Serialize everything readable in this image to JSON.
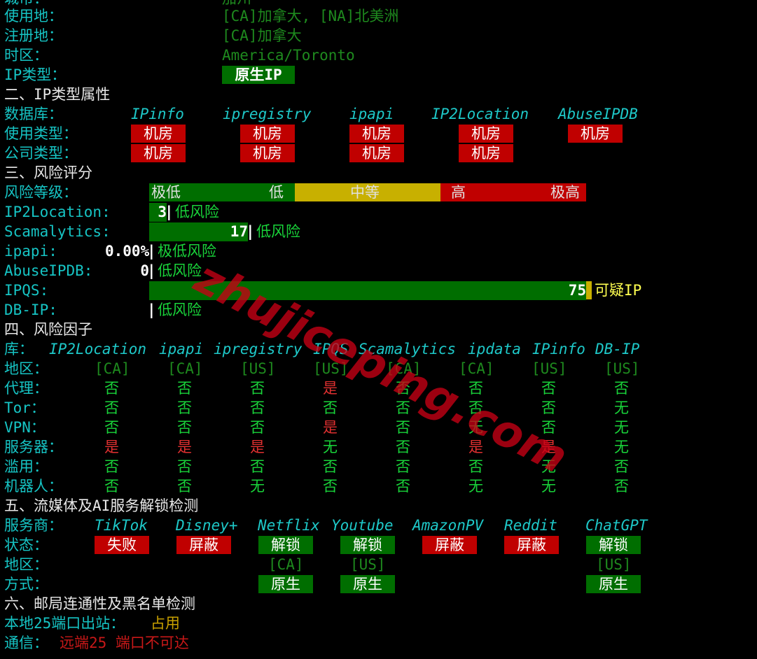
{
  "basic": {
    "partial_top_label": "城市：",
    "partial_top_value": "加州",
    "usage_label": "使用地：",
    "usage_value": "[CA]加拿大, [NA]北美洲",
    "reg_label": "注册地：",
    "reg_value": "[CA]加拿大",
    "tz_label": "时区：",
    "tz_value": "America/Toronto",
    "iptype_label": "IP类型：",
    "iptype_value": "原生IP"
  },
  "section2": {
    "title": "二、IP类型属性",
    "db_label": "数据库：",
    "dbs": [
      "IPinfo",
      "ipregistry",
      "ipapi",
      "IP2Location",
      "AbuseIPDB"
    ],
    "usage_label": "使用类型：",
    "usage": [
      "机房",
      "机房",
      "机房",
      "机房",
      "机房"
    ],
    "company_label": "公司类型：",
    "company": [
      "机房",
      "机房",
      "机房",
      "机房"
    ]
  },
  "section3": {
    "title": "三、风险评分",
    "level_label": "风险等级：",
    "levels": [
      "极低",
      "低",
      "中等",
      "高",
      "极高"
    ],
    "rows": [
      {
        "label": "IP2Location:",
        "score": "3",
        "score_pct": 3,
        "desc": "低风险"
      },
      {
        "label": "Scamalytics:",
        "score": "17",
        "score_pct": 17,
        "desc": "低风险"
      },
      {
        "label": "ipapi:",
        "score": "0.00%",
        "score_pct": 0,
        "desc": "极低风险"
      },
      {
        "label": "AbuseIPDB:",
        "score": "0",
        "score_pct": 0,
        "desc": "低风险"
      },
      {
        "label": "IPQS:",
        "score": "75",
        "score_pct": 75,
        "desc": "可疑IP"
      },
      {
        "label": "DB-IP:",
        "score": "",
        "score_pct": 0,
        "desc": "低风险"
      }
    ]
  },
  "section4": {
    "title": "四、风险因子",
    "lib_label": "库：",
    "libs": [
      "IP2Location",
      "ipapi",
      "ipregistry",
      "IPQS",
      "Scamalytics",
      "ipdata",
      "IPinfo",
      "DB-IP"
    ],
    "region_label": "地区：",
    "regions": [
      "[CA]",
      "[CA]",
      "[US]",
      "[US]",
      "[CA]",
      "[CA]",
      "[US]",
      "[US]"
    ],
    "rows": [
      {
        "label": "代理：",
        "values": [
          "否",
          "否",
          "否",
          "是",
          "否",
          "否",
          "否",
          "否"
        ]
      },
      {
        "label": "Tor：",
        "values": [
          "否",
          "否",
          "否",
          "否",
          "否",
          "否",
          "否",
          "无"
        ]
      },
      {
        "label": "VPN：",
        "values": [
          "否",
          "否",
          "否",
          "是",
          "否",
          "无",
          "否",
          "无"
        ]
      },
      {
        "label": "服务器：",
        "values": [
          "是",
          "是",
          "是",
          "无",
          "否",
          "是",
          "是",
          "无"
        ]
      },
      {
        "label": "滥用：",
        "values": [
          "否",
          "否",
          "否",
          "否",
          "否",
          "否",
          "无",
          "否"
        ]
      },
      {
        "label": "机器人：",
        "values": [
          "否",
          "否",
          "无",
          "否",
          "否",
          "无",
          "无",
          "否"
        ]
      }
    ]
  },
  "section5": {
    "title": "五、流媒体及AI服务解锁检测",
    "provider_label": "服务商：",
    "providers": [
      "TikTok",
      "Disney+",
      "Netflix",
      "Youtube",
      "AmazonPV",
      "Reddit",
      "ChatGPT"
    ],
    "status_label": "状态：",
    "status": [
      "失败",
      "屏蔽",
      "解锁",
      "解锁",
      "屏蔽",
      "屏蔽",
      "解锁"
    ],
    "region_label": "地区：",
    "regions": [
      "",
      "",
      "[CA]",
      "[US]",
      "",
      "",
      "[US]"
    ],
    "method_label": "方式：",
    "methods": [
      "",
      "",
      "原生",
      "原生",
      "",
      "",
      "原生"
    ]
  },
  "section6": {
    "title": "六、邮局连通性及黑名单检测",
    "port_label": "本地25端口出站：",
    "port_value": "占用",
    "comm_label": "通信：",
    "comm_value": "远端25 端口不可达"
  },
  "watermark": "zhujiceping.com",
  "colors": {
    "cyan": "#16c4c4",
    "green_bg": "#006e00",
    "red_bg": "#c00000",
    "yellow_bg": "#c8b000"
  }
}
